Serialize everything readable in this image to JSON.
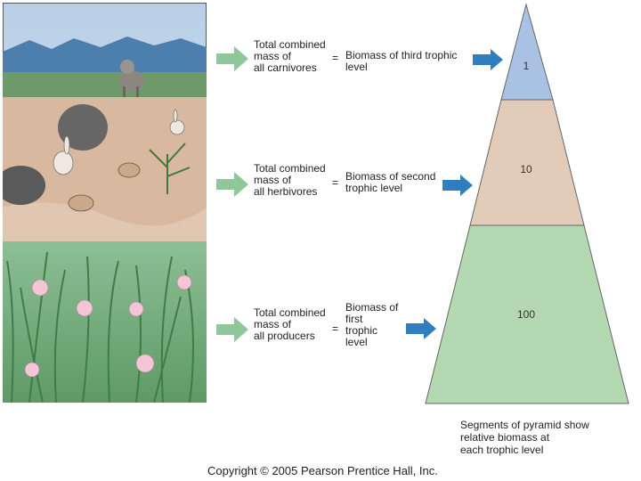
{
  "rows": [
    {
      "left_label": "Total combined mass of all carnivores",
      "left_lines": [
        "Total combined",
        "mass of",
        "all carnivores"
      ],
      "equals": "=",
      "right_lines": [
        "Biomass of third trophic",
        "level"
      ]
    },
    {
      "left_label": "Total combined mass of all herbivores",
      "left_lines": [
        "Total combined",
        "mass of",
        "all herbivores"
      ],
      "equals": "=",
      "right_lines": [
        "Biomass of second",
        "trophic level"
      ]
    },
    {
      "left_label": "Total combined mass of all producers",
      "left_lines": [
        "Total combined",
        "mass of",
        "all producers"
      ],
      "equals": "=",
      "right_lines": [
        "Biomass of",
        "first",
        "trophic",
        "level"
      ]
    }
  ],
  "pyramid": {
    "segments": [
      {
        "value": "1",
        "color": "#a9c2e4"
      },
      {
        "value": "10",
        "color": "#e2cbb9"
      },
      {
        "value": "100",
        "color": "#b3d8b2"
      }
    ]
  },
  "caption_lines": [
    "Segments of pyramid show",
    "relative biomass at",
    "each trophic level"
  ],
  "copyright": "Copyright © 2005 Pearson Prentice Hall, Inc.",
  "colors": {
    "arrow_green": "#8fc79a",
    "arrow_blue": "#2f7fc0",
    "sky": "#dde9f5",
    "ground": "#d9b9a0",
    "grass": "#6fa877"
  }
}
